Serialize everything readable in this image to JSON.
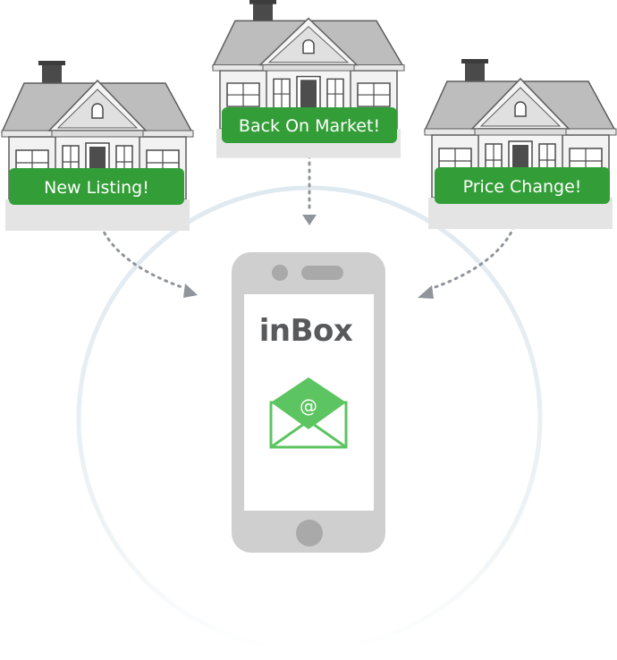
{
  "labels": {
    "left": "New Listing!",
    "center": "Back On Market!",
    "right": "Price Change!"
  },
  "phone": {
    "app_name": "inBox",
    "envelope_symbol": "@"
  },
  "colors": {
    "label_green": "#339e37",
    "envelope_green": "#5cc460",
    "phone_gray": "#cfcfcf",
    "house_gray": "#bcbcbc",
    "circle": "#e3ecf2",
    "arrow": "#8f959b"
  }
}
